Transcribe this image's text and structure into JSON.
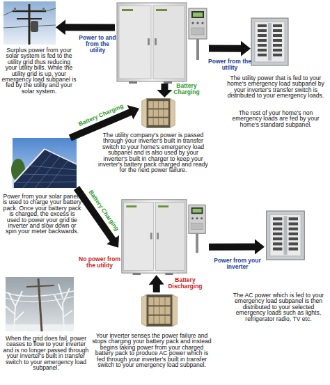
{
  "diagram": {
    "nodes": [
      {
        "text": [
          "Surplus power from your solar system is fed to the utility grid thus reducing your utility bills. While the utility grid is up, your emergency load subpanel is fed by the utility and your solar system."
        ]
      },
      {
        "text": []
      },
      {
        "text": [
          "The utility power that is fed to your home's emergency load subpanel by your inverter's transfer switch is distributed to your emergency loads.",
          "The rest of your home's non emergency loads are fed by your home's standard subpanel."
        ]
      },
      {
        "text": [
          "The utility company's power is passed through your inverter's built in transfer switch to your home's emergency load subpanel and is also used by your inverter's built in charger to keep your inverter's battery pack charged and ready for the next power failure."
        ]
      },
      {
        "text": [
          "Power from your solar panels is used to charge your battery pack. Once your battery pack is charged, the excess is used to power your grid tie inverter and slow down or spin your meter backwards."
        ]
      },
      {
        "text": []
      },
      {
        "text": [
          "The AC power which is fed to your emergency load subpanel is then distributed to your selected emergency loads such as lights, refrigerator radio, TV etc."
        ]
      },
      {
        "text": [
          "When the grid does fail, power ceases to flow to your inverter and is no longer passed through your inverter's built in transfer switch to your emergency load subpanel."
        ]
      },
      {
        "text": [
          "Your inverter senses the power failure and stops charging your battery pack and instead begins taking power from your charged battery pack to produce AC power which is fed through your inverter's built in transfer switch to your emergency load subpanel."
        ]
      }
    ],
    "edges": [
      {
        "from": 1,
        "to": 0,
        "arrow": "to",
        "label": "Power to and from the utility"
      },
      {
        "from": 1,
        "to": 2,
        "arrow": "to",
        "label": "Power from the utility"
      },
      {
        "from": 1,
        "to": 3,
        "arrow": "to",
        "label": "Battery Charging"
      },
      {
        "from": 4,
        "to": 3,
        "arrow": "to",
        "label": "Battery Charging"
      },
      {
        "from": 4,
        "to": 5,
        "arrow": "to",
        "label": "Battery Charging"
      },
      {
        "from": 5,
        "to": 6,
        "arrow": "to",
        "label": "Power from your inverter"
      },
      {
        "from": 8,
        "to": 5,
        "arrow": "to",
        "label": "Battery Discharging"
      }
    ],
    "labels": [
      "No power from the utility"
    ]
  }
}
